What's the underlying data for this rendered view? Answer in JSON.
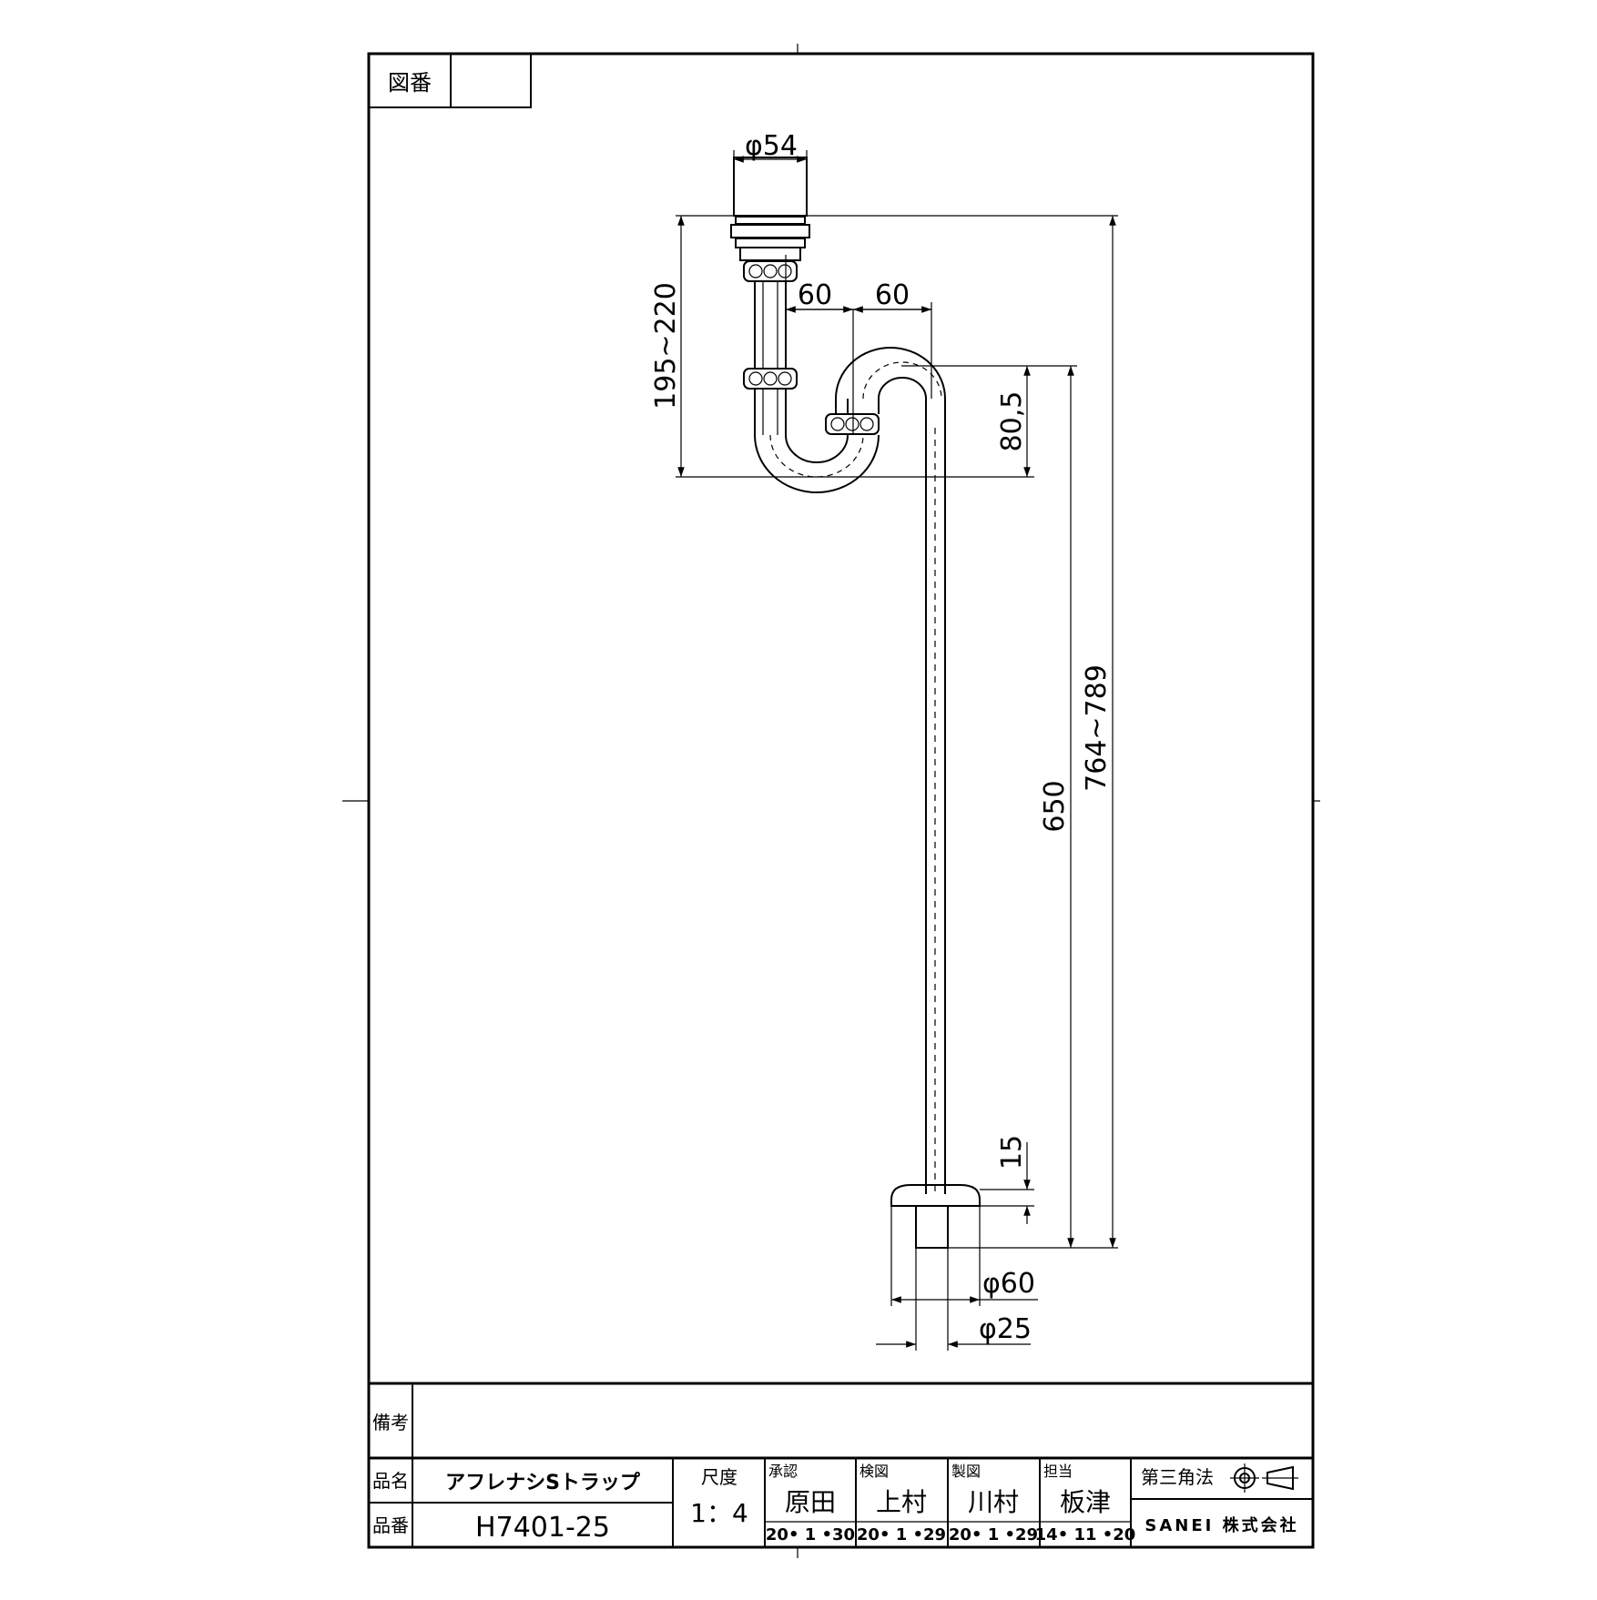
{
  "drawing": {
    "drawing_number_label": "図番",
    "drawing_number_value": "",
    "dimensions": {
      "top_diameter": "φ54",
      "offset_a": "60",
      "offset_b": "60",
      "inlet_height": "195~220",
      "trap_depth": "80,5",
      "total_height": "764~789",
      "pipe_length": "650",
      "base_height": "15",
      "base_diameter": "φ60",
      "pipe_diameter": "φ25"
    }
  },
  "title_block": {
    "remarks_label": "備考",
    "remarks_value": "",
    "product_name_label": "品名",
    "product_name": "アフレナシSトラップ",
    "product_number_label": "品番",
    "product_number": "H7401-25",
    "scale_label": "尺度",
    "scale": "1：4",
    "approved_label": "承認",
    "approved_name": "原田",
    "approved_date": "20• 1 •30",
    "checked_label": "検図",
    "checked_name": "上村",
    "checked_date": "20• 1 •29",
    "drawn_label": "製図",
    "drawn_name": "川村",
    "drawn_date": "20• 1 •29",
    "charge_label": "担当",
    "charge_name": "板津",
    "charge_date": "14• 11 •20",
    "projection_label": "第三角法",
    "company": "SANEI 株式会社"
  }
}
